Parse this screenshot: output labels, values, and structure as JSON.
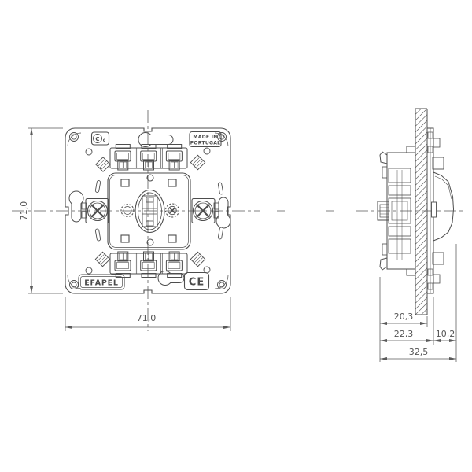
{
  "page": {
    "background": "#ffffff"
  },
  "colors": {
    "line": "#4d4d4d",
    "dim": "#5a5a5a",
    "hatch": "#5a5a5a"
  },
  "front_view": {
    "cert_mark": "C",
    "cert_mark_small": "c",
    "made_in_line1": "MADE IN",
    "made_in_line2": "PORTUGAL",
    "brand": "EFAPEL",
    "ce_mark": "CE",
    "dim_width": "71,0",
    "dim_height": "71,0"
  },
  "side_view": {
    "dim_recess_depth": "20,3",
    "dim_behind_wall": "22,3",
    "dim_protrusion": "10,2",
    "dim_total_depth": "32,5"
  }
}
